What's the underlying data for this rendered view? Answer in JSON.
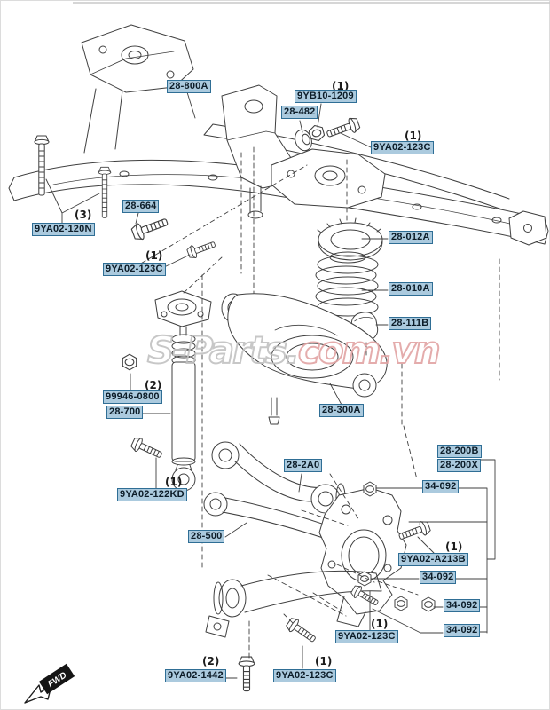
{
  "watermark": {
    "primary": "S-Parts.",
    "secondary": "com.vn"
  },
  "fwd_marker": {
    "label": "FWD"
  },
  "colors": {
    "label_bg": "#abcade",
    "label_border": "#2f6e95",
    "label_text": "#0c1c28",
    "line_art": "#3f3f3f",
    "watermark_gray": "#c2c2c2",
    "watermark_pink": "#e2a4a4",
    "fwd_band": "#151515"
  },
  "parts": [
    {
      "id": "28-800A",
      "text": "28-800A"
    },
    {
      "id": "9YB10-1209",
      "text": "9YB10-1209",
      "qty": "(1)"
    },
    {
      "id": "28-482",
      "text": "28-482"
    },
    {
      "id": "9YA02-123C-top",
      "text": "9YA02-123C",
      "qty": "(1)"
    },
    {
      "id": "28-664",
      "text": "28-664"
    },
    {
      "id": "9YA02-120N",
      "text": "9YA02-120N",
      "qty": "(3)"
    },
    {
      "id": "9YA02-123C-left",
      "text": "9YA02-123C",
      "qty": "(1)"
    },
    {
      "id": "28-012A",
      "text": "28-012A"
    },
    {
      "id": "28-010A",
      "text": "28-010A"
    },
    {
      "id": "28-111B",
      "text": "28-111B"
    },
    {
      "id": "99946-0800",
      "text": "99946-0800",
      "qty": "(2)"
    },
    {
      "id": "28-700",
      "text": "28-700"
    },
    {
      "id": "28-300A",
      "text": "28-300A"
    },
    {
      "id": "9YA02-122KD",
      "text": "9YA02-122KD",
      "qty": "(1)"
    },
    {
      "id": "28-2A0",
      "text": "28-2A0"
    },
    {
      "id": "28-200B",
      "text": "28-200B"
    },
    {
      "id": "28-200X",
      "text": "28-200X"
    },
    {
      "id": "34-092-1",
      "text": "34-092"
    },
    {
      "id": "9YA02-A213B",
      "text": "9YA02-A213B",
      "qty": "(1)"
    },
    {
      "id": "34-092-2",
      "text": "34-092"
    },
    {
      "id": "34-092-3",
      "text": "34-092"
    },
    {
      "id": "34-092-4",
      "text": "34-092"
    },
    {
      "id": "28-500",
      "text": "28-500"
    },
    {
      "id": "9YA02-123C-bottom-right",
      "text": "9YA02-123C",
      "qty": "(1)"
    },
    {
      "id": "9YA02-1442",
      "text": "9YA02-1442",
      "qty": "(2)"
    },
    {
      "id": "9YA02-123C-bottom-center",
      "text": "9YA02-123C",
      "qty": "(1)"
    }
  ]
}
